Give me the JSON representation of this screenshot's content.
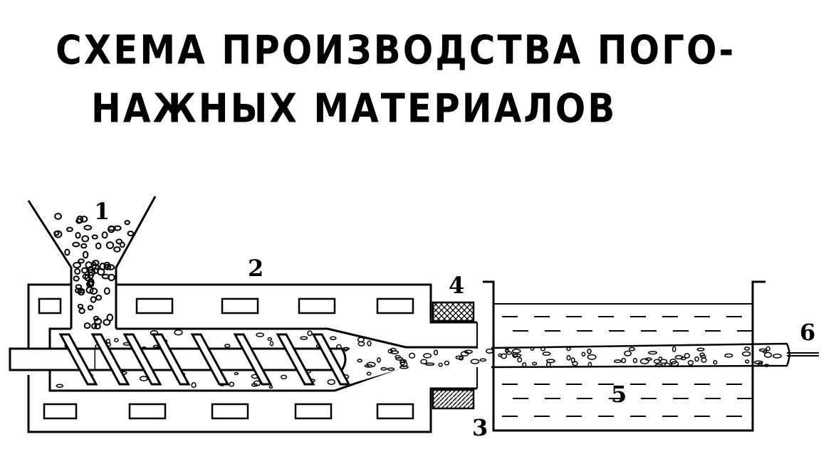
{
  "title": {
    "line1": "СХЕМА ПРОИЗВОДСТВА ПОГО-",
    "line2": "НАЖНЫХ МАТЕРИАЛОВ"
  },
  "labels": {
    "hopper": "1",
    "barrel": "2",
    "lower_die_block": "3",
    "upper_die_block": "4",
    "bath": "5",
    "product": "6"
  },
  "colors": {
    "ink": "#000000",
    "paper": "#ffffff"
  }
}
